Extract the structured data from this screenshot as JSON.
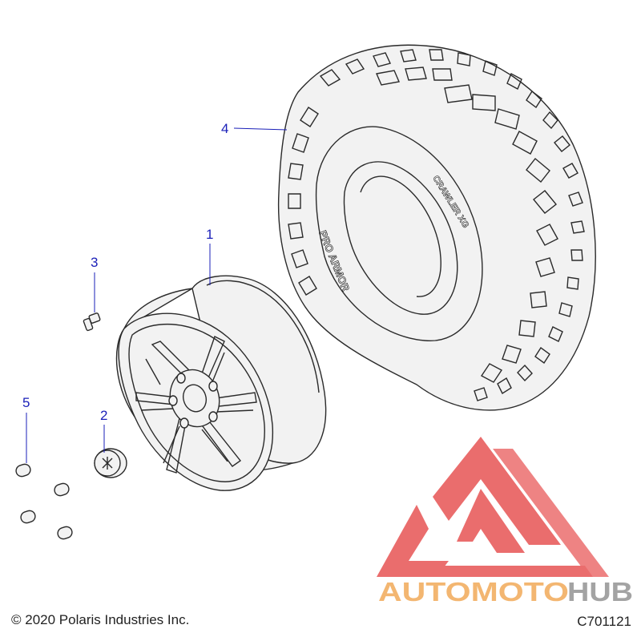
{
  "callouts": [
    {
      "label": "1",
      "part": "wheel-rim"
    },
    {
      "label": "2",
      "part": "center-cap"
    },
    {
      "label": "3",
      "part": "valve-stem"
    },
    {
      "label": "4",
      "part": "tire"
    },
    {
      "label": "5",
      "part": "lug-nut"
    }
  ],
  "tire_sidewall": {
    "brand_text": "PRO ARMOR",
    "model_text": "CRAWLER XG"
  },
  "watermark": {
    "text_orange": "AUTOMOTO",
    "text_gray": "HUB",
    "color_orange": "#f0a24a",
    "color_gray": "#8a8a8a",
    "color_logo": "#e54545"
  },
  "footer": {
    "copyright": "© 2020 Polaris Industries Inc.",
    "drawing_code": "C701121"
  },
  "colors": {
    "callout": "#1a1fb8",
    "line_art": "#2a2a2a"
  }
}
